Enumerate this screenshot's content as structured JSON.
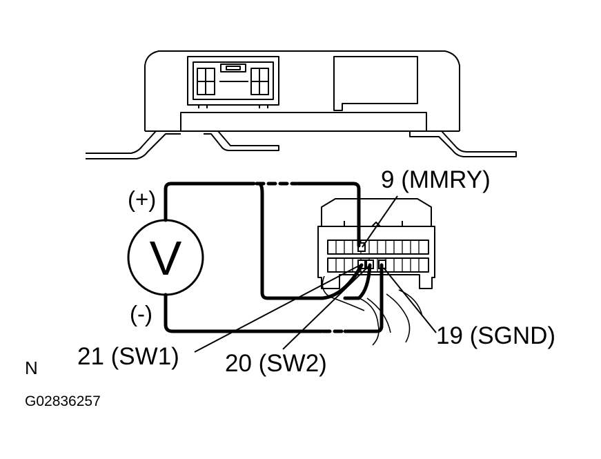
{
  "voltmeter": {
    "symbol": "V",
    "positive_label": "(+)",
    "negative_label": "(-)"
  },
  "terminals": [
    {
      "id": "mmry",
      "label": "9 (MMRY)"
    },
    {
      "id": "sw1",
      "label": "21 (SW1)"
    },
    {
      "id": "sw2",
      "label": "20 (SW2)"
    },
    {
      "id": "sgnd",
      "label": "19 (SGND)"
    }
  ],
  "footer": {
    "marker": "N",
    "figure_code": "G02836257"
  }
}
